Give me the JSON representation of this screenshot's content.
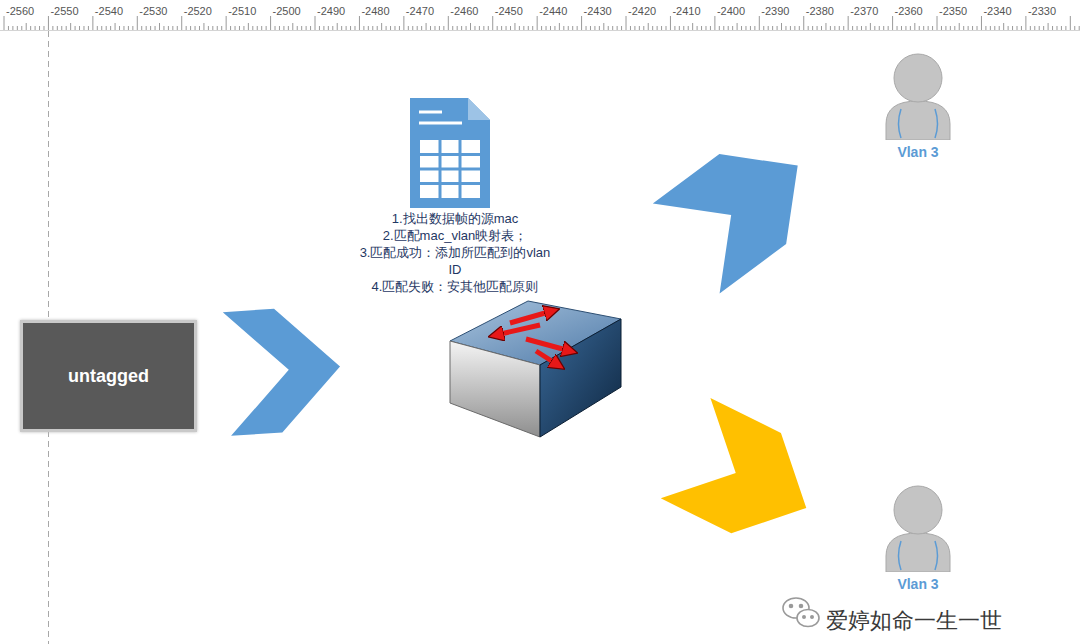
{
  "diagram": {
    "nodes": [
      {
        "text": [
          "untagged"
        ]
      },
      {
        "text": [
          "1.找出数据帧的源mac",
          "2.匹配mac_vlan映射表；",
          "3.匹配成功：添加所匹配到的vlan ID",
          "4.匹配失败：安其他匹配原则"
        ]
      },
      {
        "text": [
          "Vlan 3"
        ]
      },
      {
        "text": [
          "Vlan 3"
        ]
      }
    ],
    "edges": [
      {
        "from": 0,
        "to": 1,
        "arrow": "to"
      },
      {
        "from": 1,
        "to": 2,
        "arrow": "to"
      },
      {
        "from": 1,
        "to": 3,
        "arrow": "to"
      }
    ],
    "labels": [
      "-2560",
      "-2550",
      "-2540",
      "-2530",
      "-2520",
      "-2510",
      "-2500",
      "-2490",
      "-2480",
      "-2470",
      "-2460",
      "-2450",
      "-2440",
      "-2430",
      "-2420",
      "-2410",
      "-2400",
      "-2390",
      "-2380",
      "-2370",
      "-2360",
      "-2350",
      "-2340",
      "-2330",
      "爱婷如命一生一世"
    ]
  }
}
